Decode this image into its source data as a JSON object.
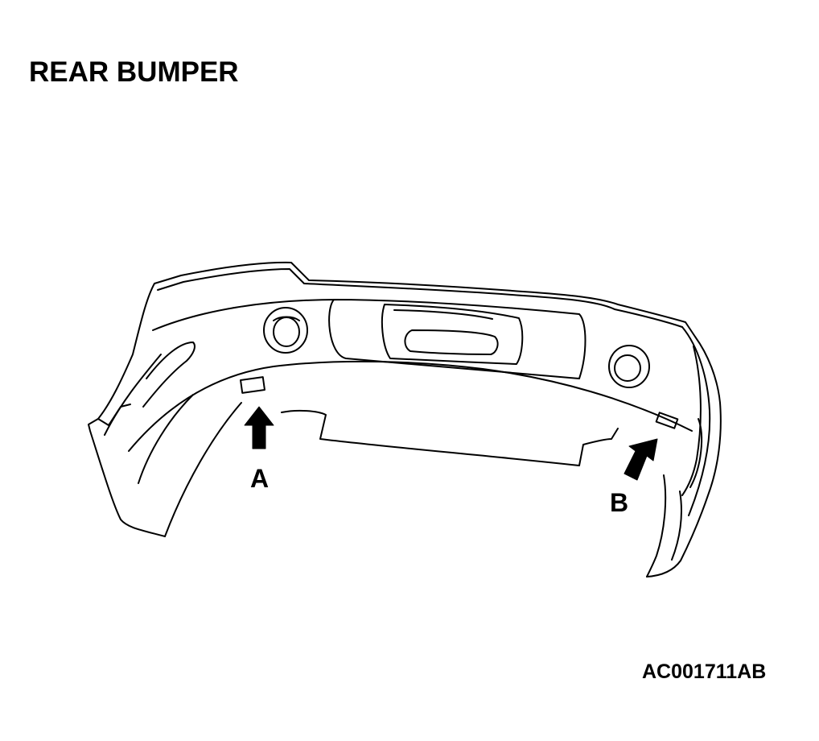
{
  "title": "REAR BUMPER",
  "callouts": {
    "a": "A",
    "b": "B"
  },
  "reference_code": "AC001711AB",
  "colors": {
    "line": "#000000",
    "background": "#ffffff"
  }
}
